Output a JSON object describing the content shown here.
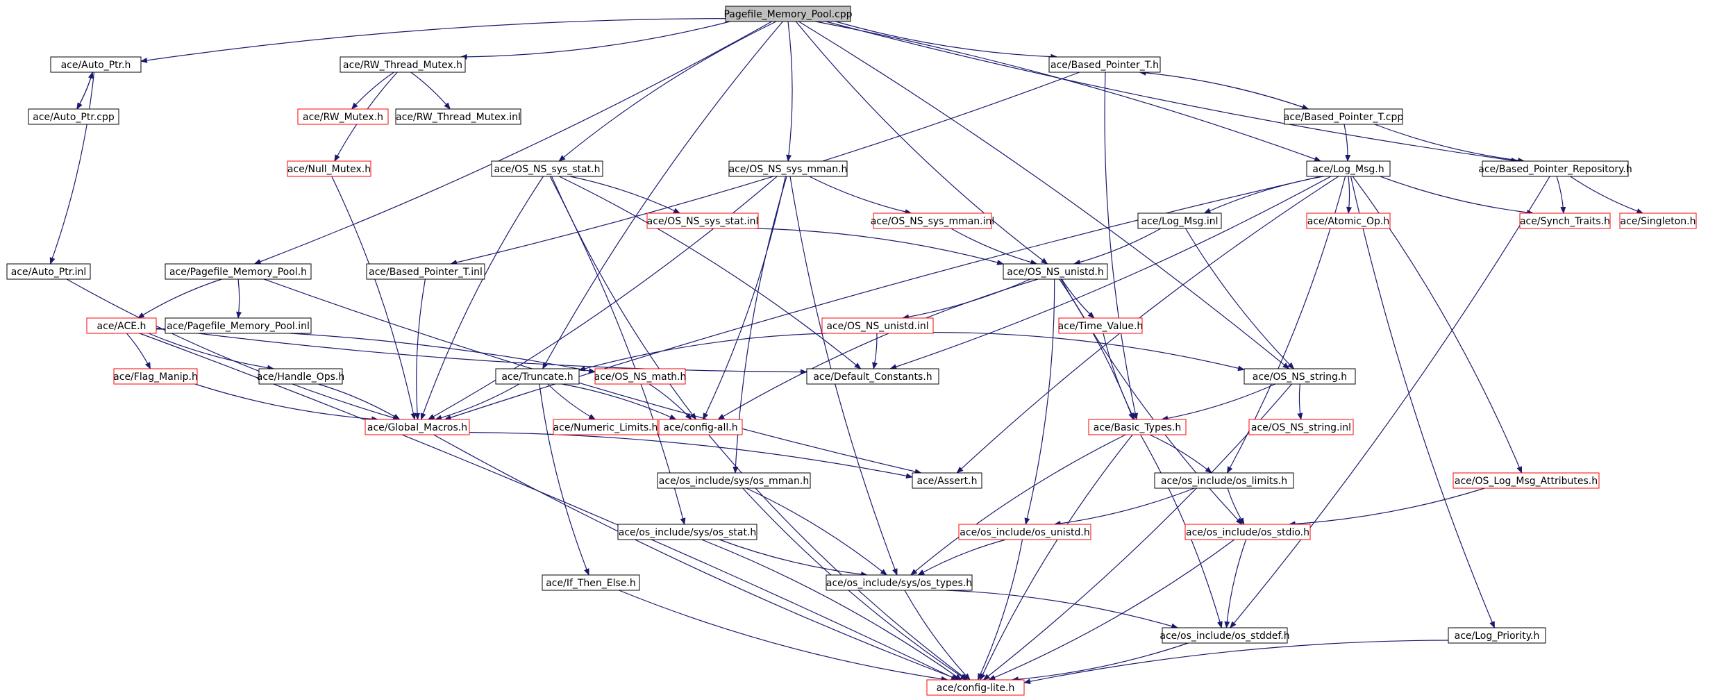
{
  "colors": {
    "edge": "#191970",
    "external_border": "#ff0000",
    "normal_border": "#000000",
    "root_fill": "#bfbfbf"
  },
  "nodes": [
    {
      "id": "n0",
      "label": "Pagefile_Memory_Pool.cpp",
      "style": "root"
    },
    {
      "id": "n1",
      "label": "ace/Auto_Ptr.h",
      "style": "normal"
    },
    {
      "id": "n2",
      "label": "ace/Auto_Ptr.cpp",
      "style": "normal"
    },
    {
      "id": "n3",
      "label": "ace/Auto_Ptr.inl",
      "style": "normal"
    },
    {
      "id": "n4",
      "label": "ace/RW_Thread_Mutex.h",
      "style": "normal"
    },
    {
      "id": "n5",
      "label": "ace/RW_Mutex.h",
      "style": "red"
    },
    {
      "id": "n6",
      "label": "ace/RW_Thread_Mutex.inl",
      "style": "normal"
    },
    {
      "id": "n7",
      "label": "ace/Null_Mutex.h",
      "style": "red"
    },
    {
      "id": "n8",
      "label": "ace/OS_NS_sys_stat.h",
      "style": "normal"
    },
    {
      "id": "n9",
      "label": "ace/OS_NS_sys_mman.h",
      "style": "normal"
    },
    {
      "id": "n10",
      "label": "ace/Based_Pointer_T.h",
      "style": "normal"
    },
    {
      "id": "n11",
      "label": "ace/Based_Pointer_T.cpp",
      "style": "normal"
    },
    {
      "id": "n12",
      "label": "ace/Log_Msg.h",
      "style": "normal"
    },
    {
      "id": "n13",
      "label": "ace/Based_Pointer_Repository.h",
      "style": "normal"
    },
    {
      "id": "n14",
      "label": "ace/OS_NS_sys_stat.inl",
      "style": "red"
    },
    {
      "id": "n15",
      "label": "ace/OS_NS_sys_mman.inl",
      "style": "red"
    },
    {
      "id": "n16",
      "label": "ace/Log_Msg.inl",
      "style": "normal"
    },
    {
      "id": "n17",
      "label": "ace/Atomic_Op.h",
      "style": "red"
    },
    {
      "id": "n18",
      "label": "ace/Synch_Traits.h",
      "style": "red"
    },
    {
      "id": "n19",
      "label": "ace/Singleton.h",
      "style": "red"
    },
    {
      "id": "n20",
      "label": "ace/Pagefile_Memory_Pool.h",
      "style": "normal"
    },
    {
      "id": "n21",
      "label": "ace/Based_Pointer_T.inl",
      "style": "normal"
    },
    {
      "id": "n22",
      "label": "ace/OS_NS_unistd.h",
      "style": "normal"
    },
    {
      "id": "n23",
      "label": "ace/ACE.h",
      "style": "red"
    },
    {
      "id": "n24",
      "label": "ace/Pagefile_Memory_Pool.inl",
      "style": "normal"
    },
    {
      "id": "n25",
      "label": "ace/OS_NS_unistd.inl",
      "style": "red"
    },
    {
      "id": "n26",
      "label": "ace/Time_Value.h",
      "style": "red"
    },
    {
      "id": "n27",
      "label": "ace/Flag_Manip.h",
      "style": "red"
    },
    {
      "id": "n28",
      "label": "ace/Handle_Ops.h",
      "style": "normal"
    },
    {
      "id": "n29",
      "label": "ace/Truncate.h",
      "style": "normal"
    },
    {
      "id": "n30",
      "label": "ace/OS_NS_math.h",
      "style": "red"
    },
    {
      "id": "n31",
      "label": "ace/Default_Constants.h",
      "style": "normal"
    },
    {
      "id": "n32",
      "label": "ace/OS_NS_string.h",
      "style": "normal"
    },
    {
      "id": "n33",
      "label": "ace/Global_Macros.h",
      "style": "red"
    },
    {
      "id": "n34",
      "label": "ace/Numeric_Limits.h",
      "style": "red"
    },
    {
      "id": "n35",
      "label": "ace/config-all.h",
      "style": "red"
    },
    {
      "id": "n36",
      "label": "ace/Basic_Types.h",
      "style": "red"
    },
    {
      "id": "n37",
      "label": "ace/OS_NS_string.inl",
      "style": "red"
    },
    {
      "id": "n38",
      "label": "ace/os_include/sys/os_mman.h",
      "style": "normal"
    },
    {
      "id": "n39",
      "label": "ace/Assert.h",
      "style": "normal"
    },
    {
      "id": "n40",
      "label": "ace/os_include/os_limits.h",
      "style": "normal"
    },
    {
      "id": "n41",
      "label": "ace/OS_Log_Msg_Attributes.h",
      "style": "red"
    },
    {
      "id": "n42",
      "label": "ace/os_include/sys/os_stat.h",
      "style": "normal"
    },
    {
      "id": "n43",
      "label": "ace/os_include/os_unistd.h",
      "style": "red"
    },
    {
      "id": "n44",
      "label": "ace/os_include/os_stdio.h",
      "style": "red"
    },
    {
      "id": "n45",
      "label": "ace/If_Then_Else.h",
      "style": "normal"
    },
    {
      "id": "n46",
      "label": "ace/os_include/sys/os_types.h",
      "style": "normal"
    },
    {
      "id": "n47",
      "label": "ace/os_include/os_stddef.h",
      "style": "normal"
    },
    {
      "id": "n48",
      "label": "ace/Log_Priority.h",
      "style": "normal"
    },
    {
      "id": "n49",
      "label": "ace/config-lite.h",
      "style": "red"
    }
  ],
  "edges": [
    [
      "n0",
      "n1"
    ],
    [
      "n0",
      "n4"
    ],
    [
      "n0",
      "n10"
    ],
    [
      "n0",
      "n12"
    ],
    [
      "n0",
      "n13"
    ],
    [
      "n0",
      "n20"
    ],
    [
      "n0",
      "n8"
    ],
    [
      "n0",
      "n9"
    ],
    [
      "n0",
      "n22"
    ],
    [
      "n0",
      "n32"
    ],
    [
      "n0",
      "n29"
    ],
    [
      "n1",
      "n2"
    ],
    [
      "n2",
      "n1"
    ],
    [
      "n1",
      "n3"
    ],
    [
      "n4",
      "n5"
    ],
    [
      "n4",
      "n6"
    ],
    [
      "n4",
      "n7"
    ],
    [
      "n10",
      "n11"
    ],
    [
      "n11",
      "n10"
    ],
    [
      "n10",
      "n21"
    ],
    [
      "n10",
      "n36"
    ],
    [
      "n11",
      "n12"
    ],
    [
      "n11",
      "n13"
    ],
    [
      "n13",
      "n18"
    ],
    [
      "n13",
      "n19"
    ],
    [
      "n13",
      "n47"
    ],
    [
      "n12",
      "n16"
    ],
    [
      "n12",
      "n17"
    ],
    [
      "n12",
      "n18"
    ],
    [
      "n12",
      "n41"
    ],
    [
      "n12",
      "n48"
    ],
    [
      "n12",
      "n31"
    ],
    [
      "n12",
      "n39"
    ],
    [
      "n12",
      "n40"
    ],
    [
      "n12",
      "n33"
    ],
    [
      "n16",
      "n22"
    ],
    [
      "n16",
      "n32"
    ],
    [
      "n8",
      "n14"
    ],
    [
      "n8",
      "n33"
    ],
    [
      "n8",
      "n42"
    ],
    [
      "n8",
      "n35"
    ],
    [
      "n8",
      "n31"
    ],
    [
      "n9",
      "n15"
    ],
    [
      "n9",
      "n33"
    ],
    [
      "n9",
      "n38"
    ],
    [
      "n9",
      "n35"
    ],
    [
      "n9",
      "n46"
    ],
    [
      "n14",
      "n22"
    ],
    [
      "n15",
      "n22"
    ],
    [
      "n22",
      "n25"
    ],
    [
      "n22",
      "n26"
    ],
    [
      "n22",
      "n36"
    ],
    [
      "n22",
      "n35"
    ],
    [
      "n22",
      "n43"
    ],
    [
      "n22",
      "n44"
    ],
    [
      "n25",
      "n31"
    ],
    [
      "n25",
      "n29"
    ],
    [
      "n25",
      "n32"
    ],
    [
      "n26",
      "n36"
    ],
    [
      "n32",
      "n36"
    ],
    [
      "n32",
      "n37"
    ],
    [
      "n32",
      "n49"
    ],
    [
      "n20",
      "n23"
    ],
    [
      "n20",
      "n24"
    ],
    [
      "n20",
      "n39"
    ],
    [
      "n23",
      "n27"
    ],
    [
      "n23",
      "n28"
    ],
    [
      "n23",
      "n30"
    ],
    [
      "n23",
      "n31"
    ],
    [
      "n23",
      "n49"
    ],
    [
      "n27",
      "n33"
    ],
    [
      "n28",
      "n33"
    ],
    [
      "n3",
      "n33"
    ],
    [
      "n7",
      "n33"
    ],
    [
      "n21",
      "n33"
    ],
    [
      "n29",
      "n33"
    ],
    [
      "n29",
      "n34"
    ],
    [
      "n29",
      "n35"
    ],
    [
      "n29",
      "n45"
    ],
    [
      "n30",
      "n35"
    ],
    [
      "n33",
      "n49"
    ],
    [
      "n33",
      "n39"
    ],
    [
      "n35",
      "n49"
    ],
    [
      "n36",
      "n40"
    ],
    [
      "n36",
      "n46"
    ],
    [
      "n36",
      "n47"
    ],
    [
      "n36",
      "n49"
    ],
    [
      "n38",
      "n46"
    ],
    [
      "n38",
      "n49"
    ],
    [
      "n40",
      "n43"
    ],
    [
      "n40",
      "n44"
    ],
    [
      "n41",
      "n44"
    ],
    [
      "n42",
      "n46"
    ],
    [
      "n42",
      "n49"
    ],
    [
      "n43",
      "n46"
    ],
    [
      "n43",
      "n49"
    ],
    [
      "n44",
      "n47"
    ],
    [
      "n44",
      "n49"
    ],
    [
      "n45",
      "n49"
    ],
    [
      "n46",
      "n47"
    ],
    [
      "n46",
      "n49"
    ],
    [
      "n47",
      "n49"
    ],
    [
      "n48",
      "n49"
    ]
  ]
}
